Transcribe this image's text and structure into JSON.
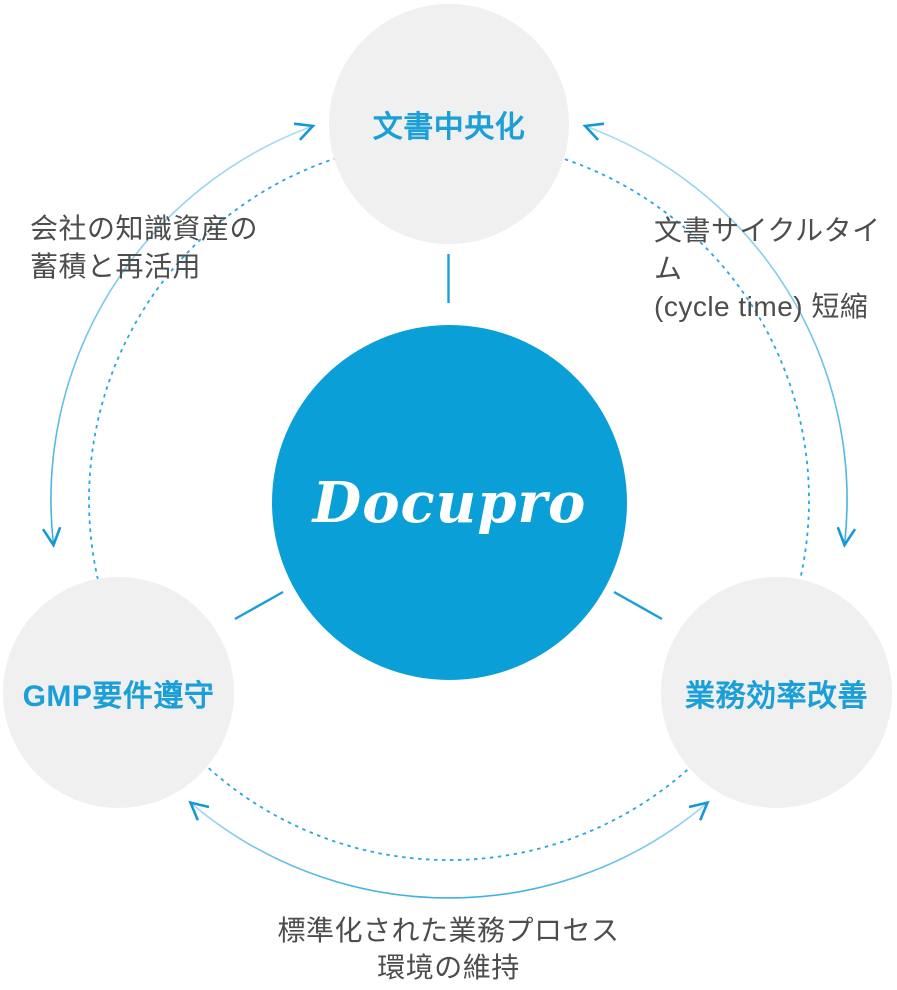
{
  "diagram": {
    "center": {
      "label": "Docupro"
    },
    "nodes": [
      {
        "label": "文書中央化"
      },
      {
        "label": "GMP要件遵守"
      },
      {
        "label": "業務効率改善"
      }
    ],
    "captions": [
      {
        "lines": [
          "会社の知識資産の",
          "蓄積と再活用"
        ]
      },
      {
        "lines": [
          "文書サイクルタイム",
          "(cycle time) 短縮"
        ]
      },
      {
        "lines": [
          "標準化された業務プロセス",
          "環境の維持"
        ]
      }
    ],
    "colors": {
      "center_circle": "#0a9fd6",
      "node_circle": "#f0f0f1",
      "node_label": "#1b9fd8",
      "caption_text": "#4d4d4d",
      "arc_solid_top": "#a9dbf2",
      "arc_solid_bottom": "#3fb0e0",
      "arc_dotted": "#2ba6db",
      "arrowhead": "#1598d6",
      "connector": "#1b9fd8",
      "logo_text": "#ffffff"
    }
  }
}
